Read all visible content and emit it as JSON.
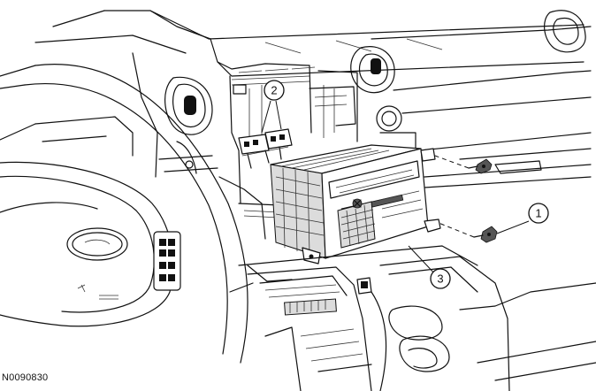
{
  "figure": {
    "id_label": "N0090830"
  },
  "callouts": [
    {
      "number": "1",
      "part": "bolt"
    },
    {
      "number": "2",
      "part": "electrical-connector"
    },
    {
      "number": "3",
      "part": "radio-module"
    }
  ],
  "colors": {
    "line": "#111111",
    "background": "#ffffff",
    "shade": "#dcdcdc"
  }
}
